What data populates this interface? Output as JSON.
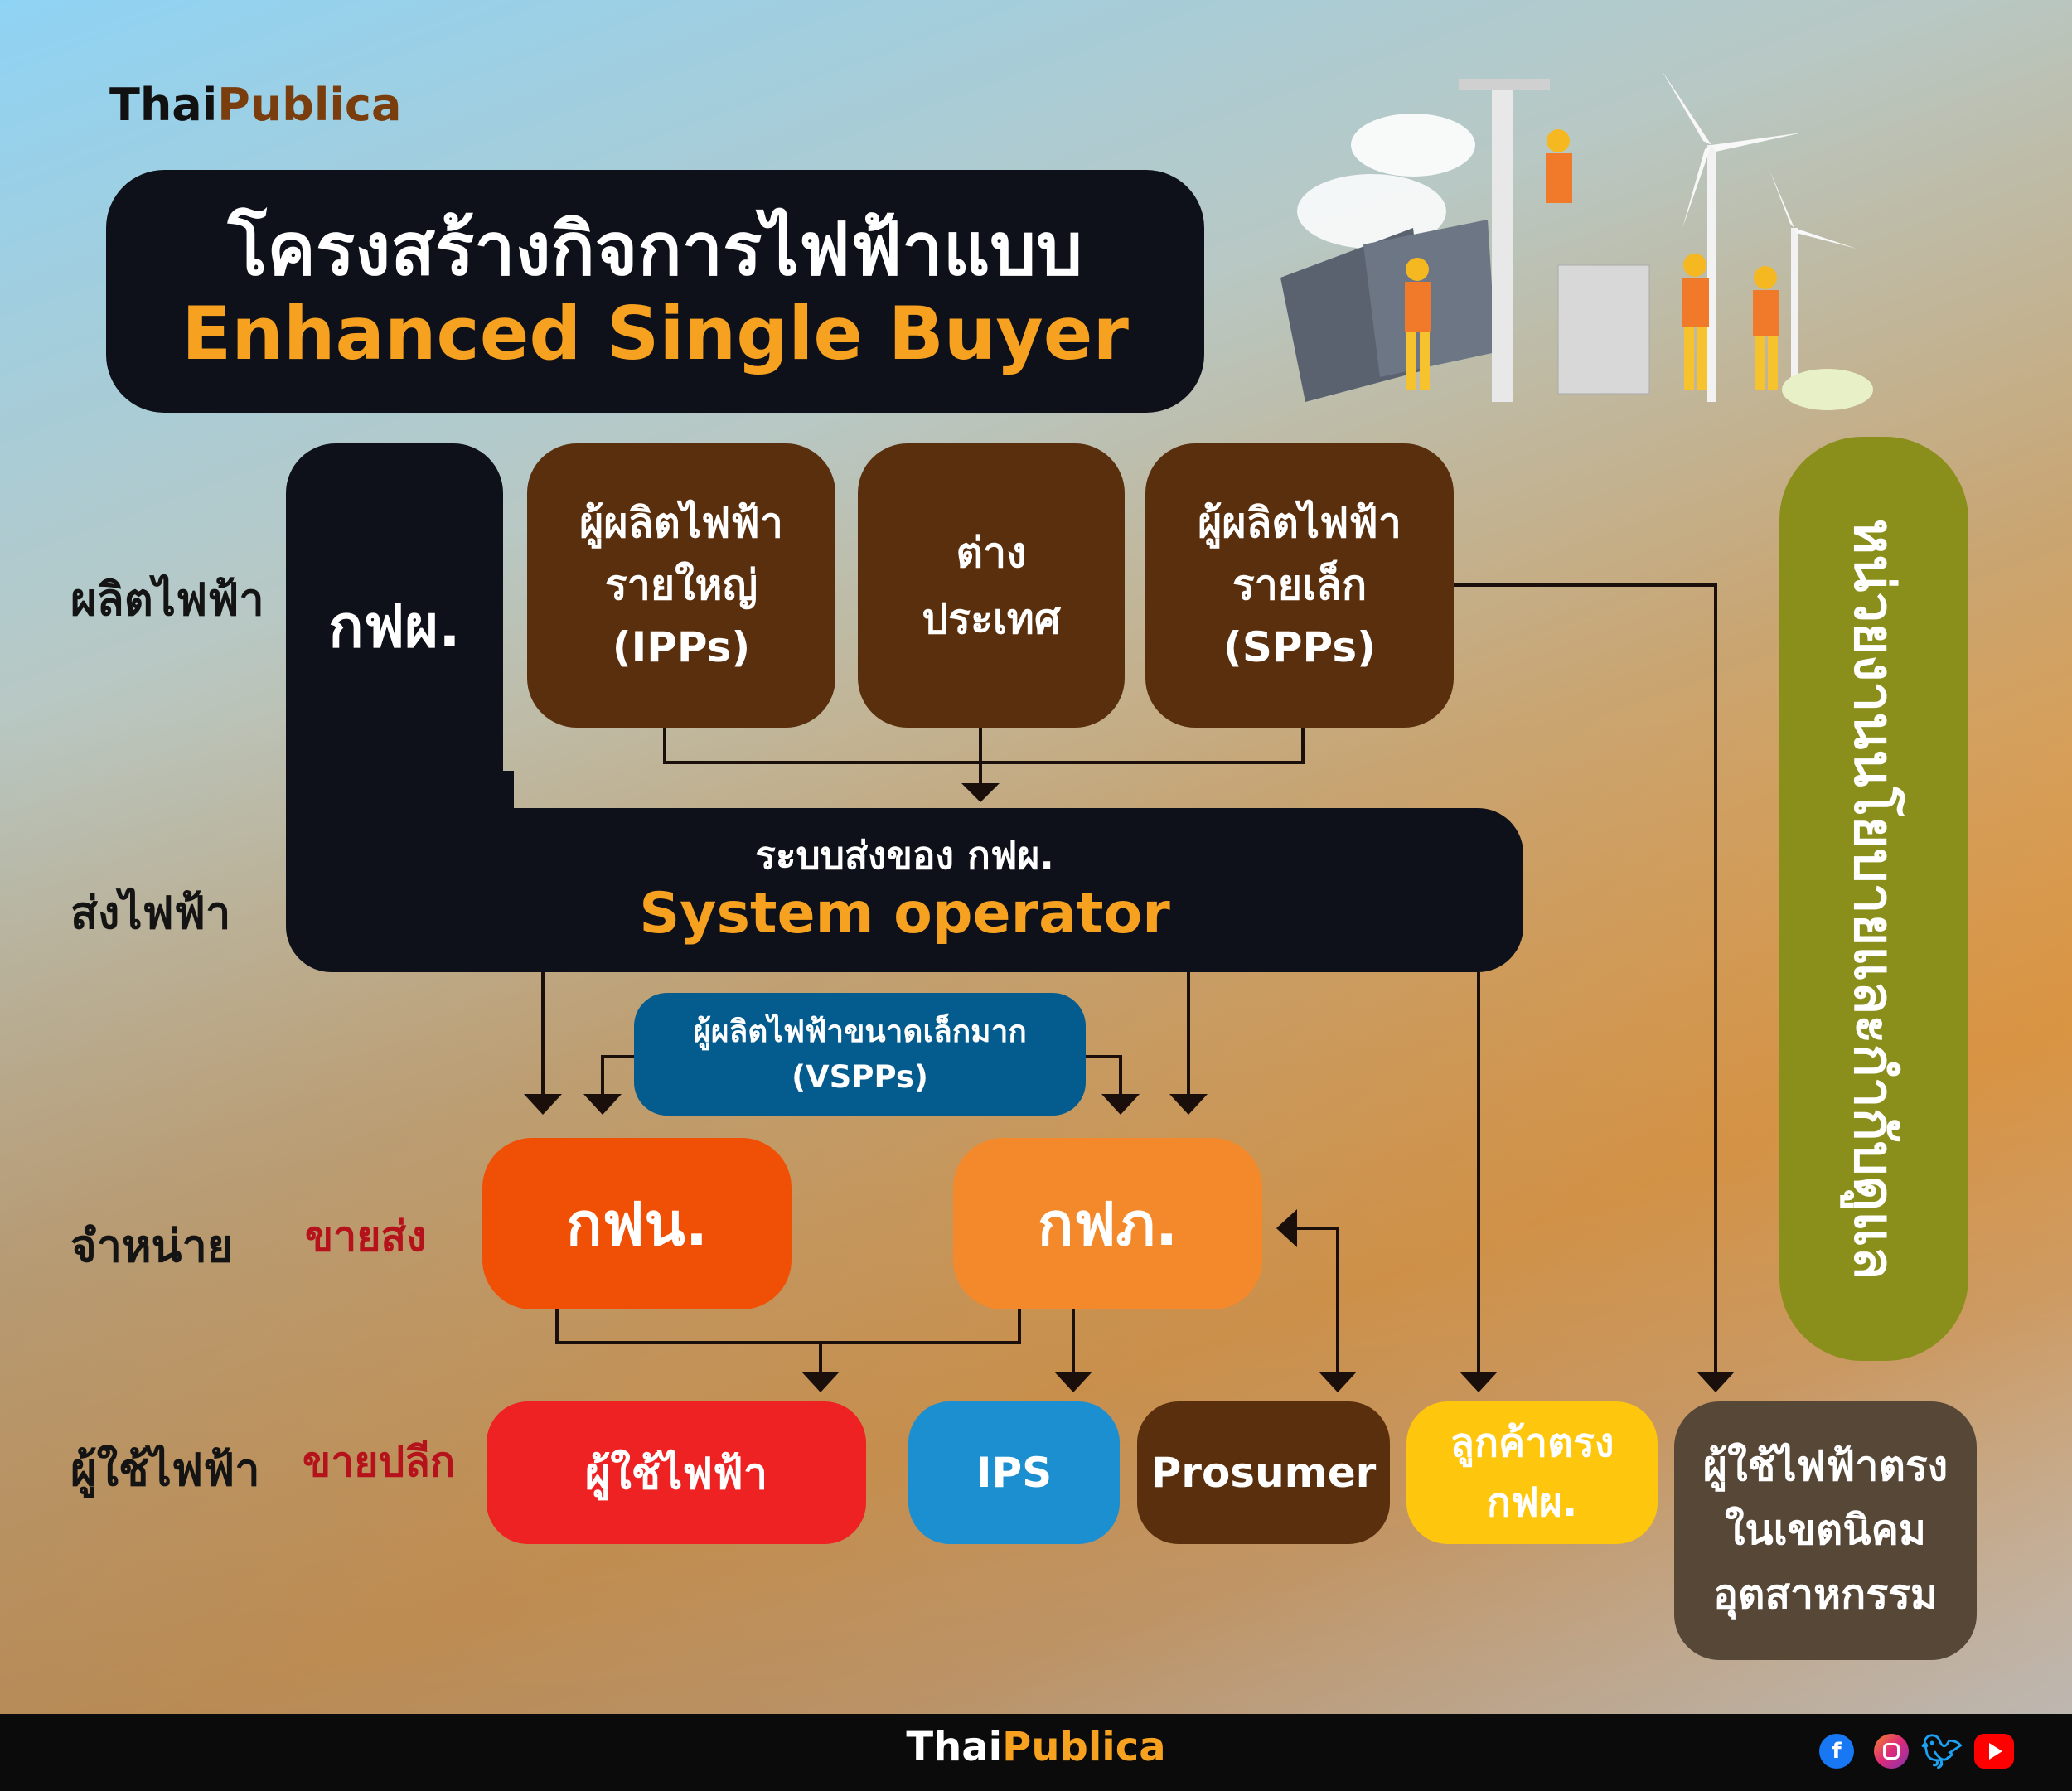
{
  "brand": {
    "part1": "Thai",
    "part2": "Publica"
  },
  "title": {
    "line1": "โครงสร้างกิจการไฟฟ้าแบบ",
    "line2": "Enhanced Single Buyer"
  },
  "rows": {
    "generation": "ผลิตไฟฟ้า",
    "transmission": "ส่งไฟฟ้า",
    "distribution": "จำหน่าย",
    "users": "ผู้ใช้ไฟฟ้า"
  },
  "sublabels": {
    "wholesale": "ขายส่ง",
    "retail": "ขายปลีก"
  },
  "generation": {
    "egat": "กฟผ.",
    "ipp": {
      "line1": "ผู้ผลิตไฟฟ้า",
      "line2": "รายใหญ่",
      "line3": "(IPPs)"
    },
    "foreign": {
      "line1": "ต่าง",
      "line2": "ประเทศ"
    },
    "spp": {
      "line1": "ผู้ผลิตไฟฟ้า",
      "line2": "รายเล็ก",
      "line3": "(SPPs)"
    }
  },
  "system_operator": {
    "line1": "ระบบส่งของ กฟผ.",
    "line2": "System operator"
  },
  "vspp": {
    "line1": "ผู้ผลิตไฟฟ้าขนาดเล็กมาก",
    "line2": "(VSPPs)"
  },
  "distribution": {
    "mea": "กฟน.",
    "pea": "กฟภ."
  },
  "users": {
    "consumers": "ผู้ใช้ไฟฟ้า",
    "ips": "IPS",
    "prosumer": "Prosumer",
    "egat_direct": {
      "line1": "ลูกค้าตรง",
      "line2": "กฟผ."
    },
    "industrial": {
      "line1": "ผู้ใช้ไฟฟ้าตรง",
      "line2": "ในเขตนิคม",
      "line3": "อุตสาหกรรม"
    }
  },
  "regulator": "หน่วยงานนโยบายและกำกับดูแล",
  "social": {
    "facebook": "facebook-icon",
    "instagram": "instagram-icon",
    "twitter": "twitter-icon",
    "youtube": "youtube-icon"
  },
  "colors": {
    "dark": "#0f111a",
    "brown": "#5a2f0d",
    "orange_dark": "#f05006",
    "orange": "#f4892b",
    "red": "#ee2222",
    "blue": "#1b8fd0",
    "navy": "#045b8e",
    "yellow": "#fec60c",
    "greybrown": "#574737",
    "olive": "#8a8f1c",
    "accent": "#f6a11f"
  }
}
